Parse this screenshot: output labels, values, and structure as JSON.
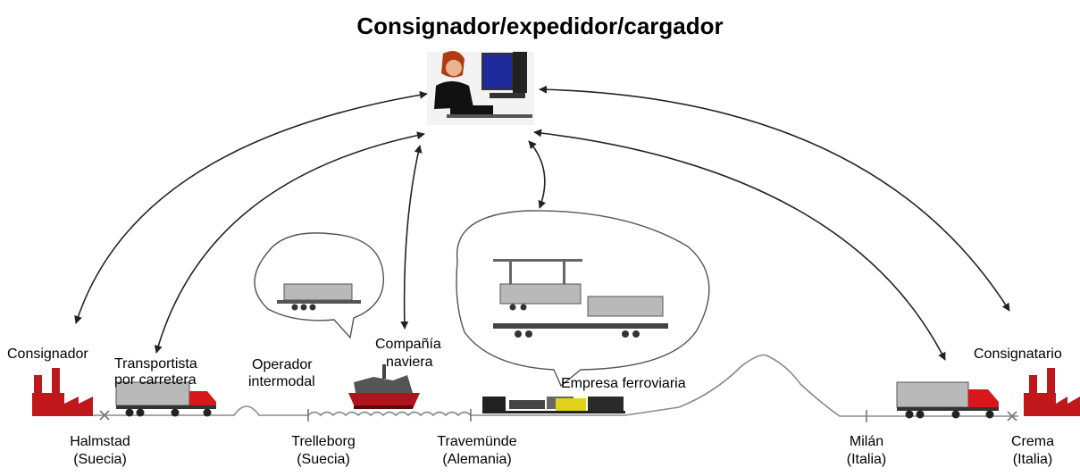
{
  "title": "Consignador/expedidor/cargador",
  "actors": {
    "consignor": "Consignador",
    "road_carrier_line1": "Transportista",
    "road_carrier_line2": "por carretera",
    "intermodal_line1": "Operador",
    "intermodal_line2": "intermodal",
    "shipping_line1": "Compañía",
    "shipping_line2": "naviera",
    "railway": "Empresa ferroviaria",
    "consignee": "Consignatario"
  },
  "locations": [
    {
      "city": "Halmstad",
      "country": "(Suecia)"
    },
    {
      "city": "Trelleborg",
      "country": "(Suecia)"
    },
    {
      "city": "Travemünde",
      "country": "(Alemania)"
    },
    {
      "city": "Milán",
      "country": "(Italia)"
    },
    {
      "city": "Crema",
      "country": "(Italia)"
    }
  ],
  "colors": {
    "factory": "#c0171c",
    "truck_cab": "#d6181c",
    "trailer": "#b9b9b9",
    "ship_hull": "#b0141a",
    "route_line": "#8a8a8a",
    "arrow": "#222222"
  }
}
